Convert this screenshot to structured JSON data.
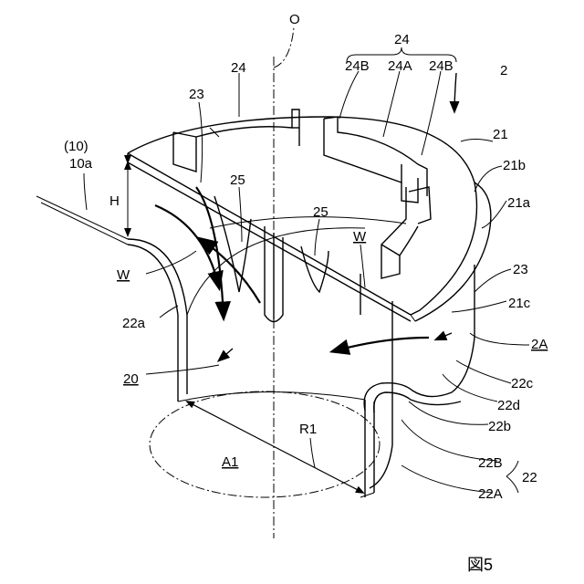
{
  "labels": {
    "axis": "O",
    "n24_group": "24",
    "n24B_left": "24B",
    "n24A": "24A",
    "n24B_right": "24B",
    "n2": "2",
    "n24_left": "24",
    "n23_top": "23",
    "n21": "21",
    "n21b": "21b",
    "n10": "(10)",
    "n10a": "10a",
    "H": "H",
    "n25_left": "25",
    "n25_right": "25",
    "n21a": "21a",
    "W_left": "W",
    "W_right": "W",
    "n22a": "22a",
    "n23_right": "23",
    "n21c": "21c",
    "n2A": "2A",
    "n20": "20",
    "n22c": "22c",
    "n22d": "22d",
    "R1": "R1",
    "n22b": "22b",
    "A1": "A1",
    "n22B": "22B",
    "n22": "22",
    "n22A": "22A",
    "figure": "図5"
  }
}
